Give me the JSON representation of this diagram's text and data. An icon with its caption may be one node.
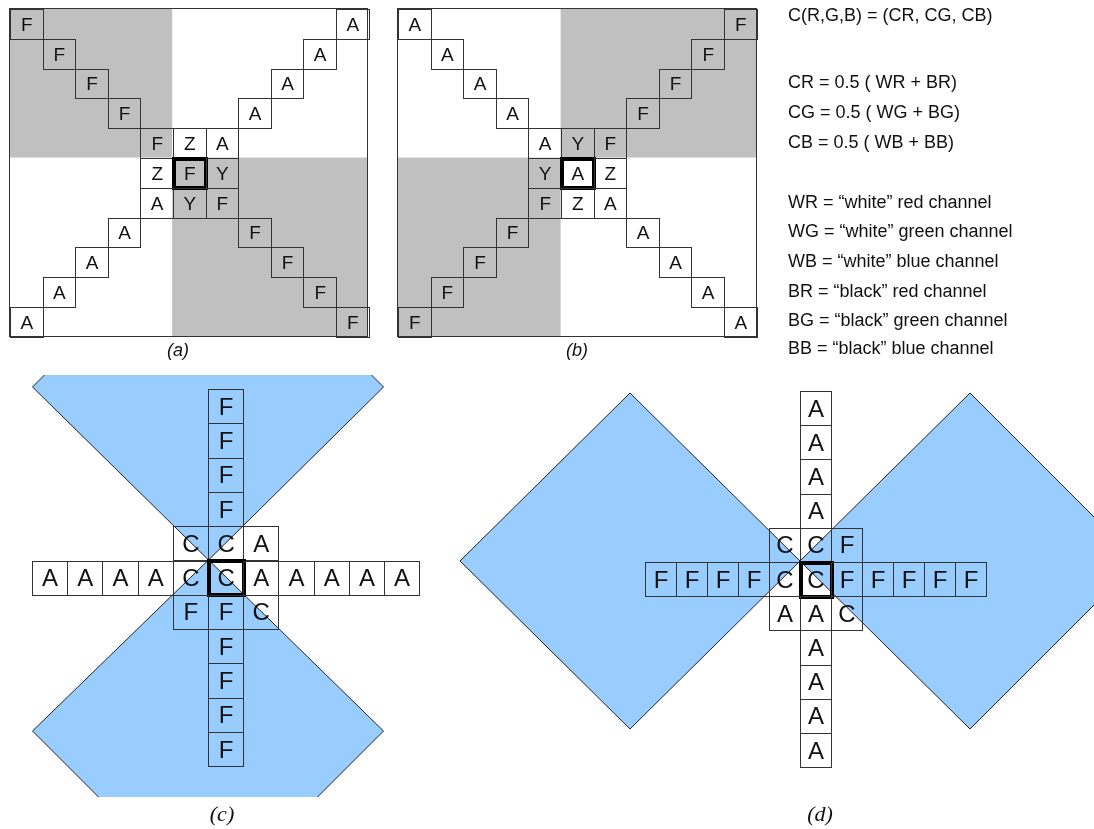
{
  "diagram": {
    "nodes": [
      {
        "text": [],
        "shape": "box",
        "beside": [
          "(a)"
        ]
      },
      {
        "text": [
          "F"
        ],
        "in": 0
      },
      {
        "text": [
          "A"
        ],
        "in": 0
      },
      {
        "text": [
          "F"
        ],
        "in": 0
      },
      {
        "text": [
          "A"
        ],
        "in": 0
      },
      {
        "text": [
          "F"
        ],
        "in": 0
      },
      {
        "text": [
          "A"
        ],
        "in": 0
      },
      {
        "text": [
          "F"
        ],
        "in": 0
      },
      {
        "text": [
          "A"
        ],
        "in": 0
      },
      {
        "text": [
          "F"
        ],
        "in": 0
      },
      {
        "text": [
          "Z"
        ],
        "in": 0
      },
      {
        "text": [
          "A"
        ],
        "in": 0
      },
      {
        "text": [
          "Z"
        ],
        "in": 0
      },
      {
        "text": [
          "F"
        ],
        "in": 0
      },
      {
        "text": [
          "Y"
        ],
        "in": 0
      },
      {
        "text": [
          "A"
        ],
        "in": 0
      },
      {
        "text": [
          "Y"
        ],
        "in": 0
      },
      {
        "text": [
          "F"
        ],
        "in": 0
      },
      {
        "text": [
          "A"
        ],
        "in": 0
      },
      {
        "text": [
          "F"
        ],
        "in": 0
      },
      {
        "text": [
          "A"
        ],
        "in": 0
      },
      {
        "text": [
          "F"
        ],
        "in": 0
      },
      {
        "text": [
          "A"
        ],
        "in": 0
      },
      {
        "text": [
          "F"
        ],
        "in": 0
      },
      {
        "text": [
          "A"
        ],
        "in": 0
      },
      {
        "text": [
          "F"
        ],
        "in": 0
      },
      {
        "text": [],
        "shape": "box",
        "beside": [
          "(b)"
        ]
      },
      {
        "text": [
          "A"
        ],
        "in": 26
      },
      {
        "text": [
          "F"
        ],
        "in": 26
      },
      {
        "text": [
          "A"
        ],
        "in": 26
      },
      {
        "text": [
          "F"
        ],
        "in": 26
      },
      {
        "text": [
          "A"
        ],
        "in": 26
      },
      {
        "text": [
          "F"
        ],
        "in": 26
      },
      {
        "text": [
          "A"
        ],
        "in": 26
      },
      {
        "text": [
          "F"
        ],
        "in": 26
      },
      {
        "text": [
          "A"
        ],
        "in": 26
      },
      {
        "text": [
          "Y"
        ],
        "in": 26
      },
      {
        "text": [
          "F"
        ],
        "in": 26
      },
      {
        "text": [
          "Y"
        ],
        "in": 26
      },
      {
        "text": [
          "A"
        ],
        "in": 26
      },
      {
        "text": [
          "Z"
        ],
        "in": 26
      },
      {
        "text": [
          "F"
        ],
        "in": 26
      },
      {
        "text": [
          "Z"
        ],
        "in": 26
      },
      {
        "text": [
          "A"
        ],
        "in": 26
      },
      {
        "text": [
          "F"
        ],
        "in": 26
      },
      {
        "text": [
          "A"
        ],
        "in": 26
      },
      {
        "text": [
          "F"
        ],
        "in": 26
      },
      {
        "text": [
          "A"
        ],
        "in": 26
      },
      {
        "text": [
          "F"
        ],
        "in": 26
      },
      {
        "text": [
          "A"
        ],
        "in": 26
      },
      {
        "text": [
          "F"
        ],
        "in": 26
      },
      {
        "text": [
          "A"
        ],
        "in": 26
      },
      {
        "text": [
          "F"
        ]
      },
      {
        "text": [
          "F"
        ]
      },
      {
        "text": [
          "F"
        ]
      },
      {
        "text": [
          "F"
        ]
      },
      {
        "text": [
          "C"
        ]
      },
      {
        "text": [
          "C"
        ]
      },
      {
        "text": [
          "A"
        ]
      },
      {
        "text": [
          "A"
        ]
      },
      {
        "text": [
          "A"
        ]
      },
      {
        "text": [
          "A"
        ]
      },
      {
        "text": [
          "A"
        ]
      },
      {
        "text": [
          "C"
        ]
      },
      {
        "text": [
          "C"
        ]
      },
      {
        "text": [
          "A"
        ]
      },
      {
        "text": [
          "A"
        ]
      },
      {
        "text": [
          "A"
        ]
      },
      {
        "text": [
          "A"
        ]
      },
      {
        "text": [
          "A"
        ]
      },
      {
        "text": [
          "F"
        ]
      },
      {
        "text": [
          "F"
        ]
      },
      {
        "text": [
          "C"
        ]
      },
      {
        "text": [
          "F"
        ]
      },
      {
        "text": [
          "F"
        ]
      },
      {
        "text": [
          "F"
        ]
      },
      {
        "text": [
          "F"
        ]
      },
      {
        "text": [
          "A"
        ]
      },
      {
        "text": [
          "A"
        ]
      },
      {
        "text": [
          "A"
        ]
      },
      {
        "text": [
          "A"
        ]
      },
      {
        "text": [
          "C"
        ]
      },
      {
        "text": [
          "C"
        ]
      },
      {
        "text": [
          "F"
        ]
      },
      {
        "text": [
          "F"
        ]
      },
      {
        "text": [
          "F"
        ]
      },
      {
        "text": [
          "F"
        ]
      },
      {
        "text": [
          "F"
        ]
      },
      {
        "text": [
          "C"
        ]
      },
      {
        "text": [
          "C"
        ]
      },
      {
        "text": [
          "F"
        ]
      },
      {
        "text": [
          "F"
        ]
      },
      {
        "text": [
          "F"
        ]
      },
      {
        "text": [
          "F"
        ]
      },
      {
        "text": [
          "F"
        ]
      },
      {
        "text": [
          "A"
        ]
      },
      {
        "text": [
          "A"
        ]
      },
      {
        "text": [
          "C"
        ]
      },
      {
        "text": [
          "A"
        ]
      },
      {
        "text": [
          "A"
        ]
      },
      {
        "text": [
          "A"
        ]
      },
      {
        "text": [
          "A"
        ]
      }
    ],
    "labels": [
      "C(R,G,B) = (CR, CG, CB)",
      "CR = 0.5 ( WR + BR)",
      "CG = 0.5 ( WG + BG)",
      "CB = 0.5 ( WB + BB)",
      "WR = “white” red channel",
      "WG = “white” green channel",
      "WB = “white” blue channel",
      "BR = “black” red channel",
      "BG = “black” green channel",
      "BB = “black” blue channel",
      "(c)",
      "(d)"
    ]
  }
}
